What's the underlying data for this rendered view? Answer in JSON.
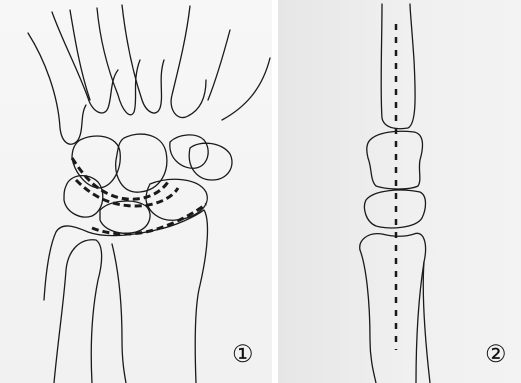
{
  "figure": {
    "panels": [
      {
        "label": "①",
        "subject": "wrist-carpal-bones-outline",
        "guide_lines": "dashed"
      },
      {
        "label": "②",
        "subject": "finger-phalanges-outline",
        "guide_lines": "dashed-midline"
      }
    ],
    "colors": {
      "line": "#1a1a1a",
      "background_1": "#f4f4f4",
      "background_2": "#ececec"
    }
  }
}
